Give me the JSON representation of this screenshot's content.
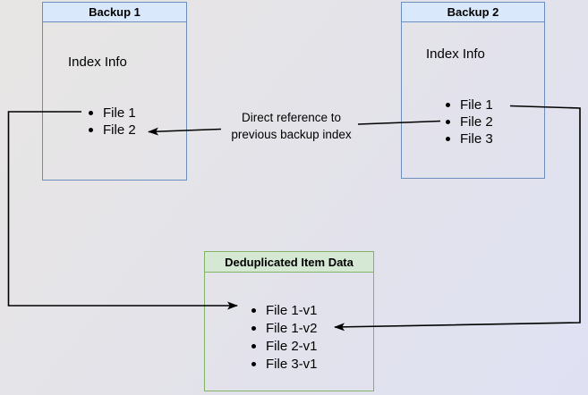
{
  "backup1": {
    "title": "Backup 1",
    "section_label": "Index Info",
    "files": [
      "File 1",
      "File 2"
    ]
  },
  "backup2": {
    "title": "Backup 2",
    "section_label": "Index Info",
    "files": [
      "File 1",
      "File 2",
      "File 3"
    ]
  },
  "dedup": {
    "title": "Deduplicated Item Data",
    "items": [
      "File 1-v1",
      "File 1-v2",
      "File 2-v1",
      "File 3-v1"
    ]
  },
  "annotation": {
    "line1": "Direct reference to",
    "line2": "previous backup index"
  },
  "edges": [
    {
      "from": "Backup 1 / File 1",
      "to": "Deduplicated Item Data / File 1-v1",
      "label": ""
    },
    {
      "from": "Backup 2 / File 2",
      "to": "Backup 1 / File 2",
      "label": "Direct reference to previous backup index"
    },
    {
      "from": "Backup 2 / File 1",
      "to": "Deduplicated Item Data / File 1-v2",
      "label": ""
    }
  ],
  "colors": {
    "blue_box_border": "#6c8ebf",
    "blue_box_header_fill": "#dae8fc",
    "green_box_border": "#82b366",
    "green_box_header_fill": "#d5e8d4",
    "arrow": "#000000"
  }
}
